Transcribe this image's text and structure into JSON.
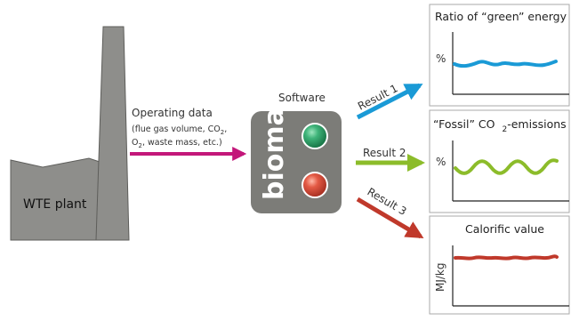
{
  "plant": {
    "label": "WTE plant"
  },
  "input": {
    "title": "Operating data",
    "details_line1": "(flue gas volume, CO",
    "details_line1_sub": "2",
    "details_line1_end": ",",
    "details_line2_start": "O",
    "details_line2_sub": "2",
    "details_line2_end": ", waste mass, etc.)"
  },
  "software": {
    "caption": "Software",
    "name": "bioma"
  },
  "results": [
    {
      "label": "Result 1",
      "color": "#1a9ad6"
    },
    {
      "label": "Result 2",
      "color": "#8cbc2a"
    },
    {
      "label": "Result 3",
      "color": "#c0392b"
    }
  ],
  "panels": [
    {
      "title": "Ratio of “green” energy",
      "axis_unit": "%",
      "color": "#1a9ad6"
    },
    {
      "title_start": "“Fossil” CO",
      "title_sub": "2",
      "title_end": "-emissions",
      "axis_unit": "%",
      "color": "#8cbc2a"
    },
    {
      "title": "Calorific value",
      "axis_unit": "MJ/kg",
      "color": "#c0392b"
    }
  ],
  "colors": {
    "input_arrow": "#c3177a",
    "box_fill": "#7c7c78",
    "plant_fill": "#8e8e8b",
    "green_light": "#1f8f55",
    "red_light": "#d64a3a"
  }
}
